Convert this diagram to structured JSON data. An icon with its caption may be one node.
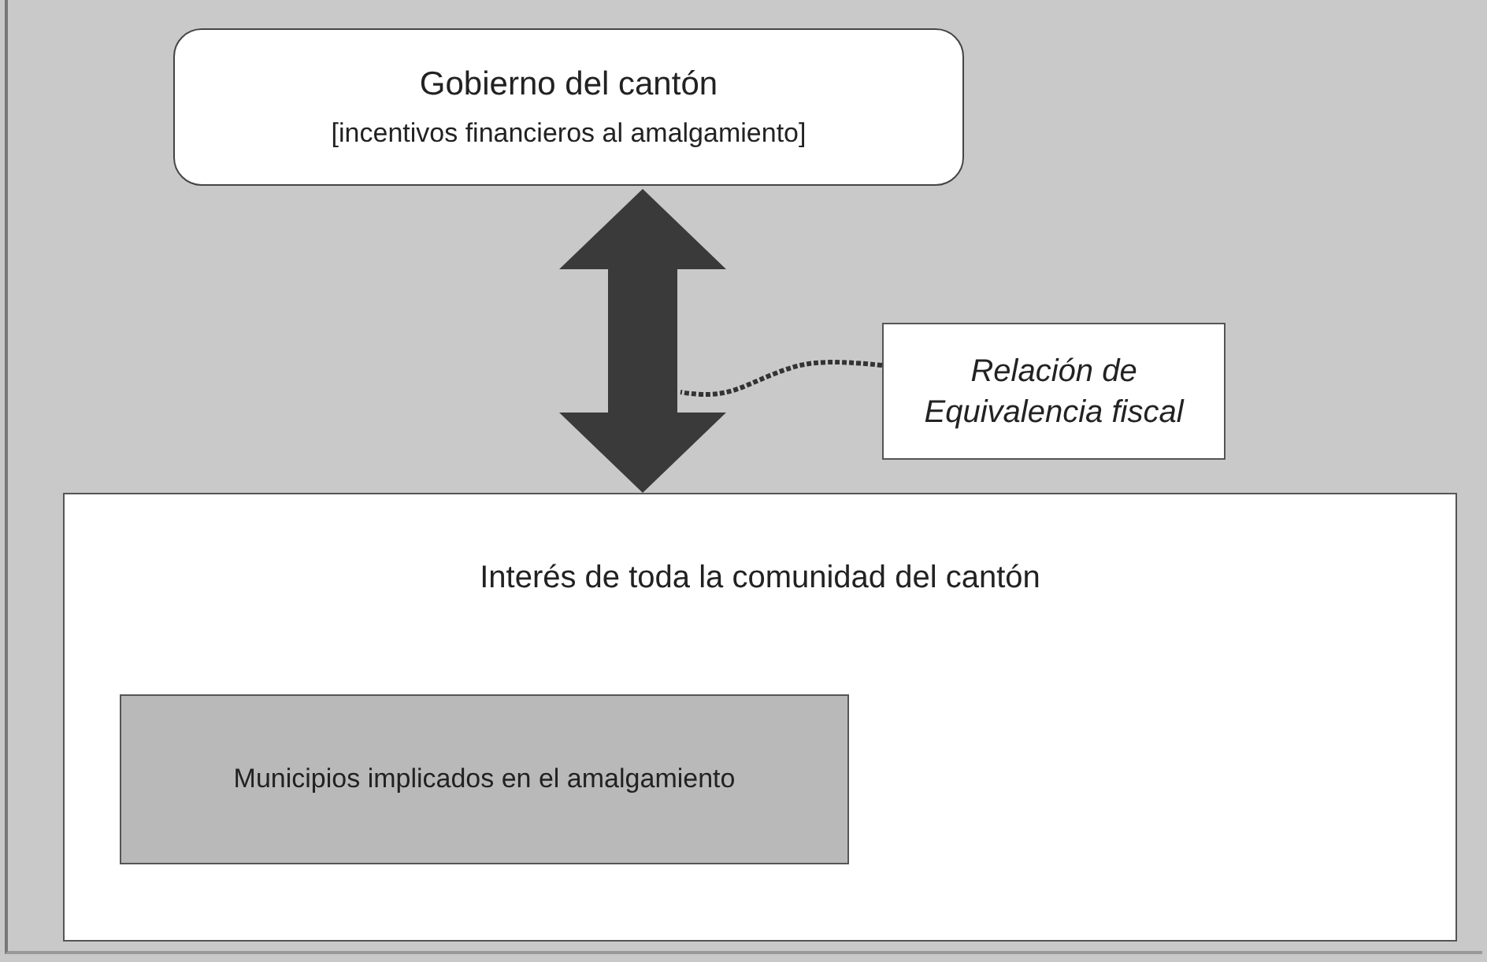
{
  "diagram": {
    "nodes": [
      {
        "text": [
          "Gobierno del cantón",
          "[incentivos financieros al amalgamiento]"
        ]
      },
      {
        "text": [
          "Relación de Equivalencia fiscal"
        ]
      },
      {
        "text": [
          "Interés de toda la comunidad del cantón"
        ]
      },
      {
        "text": [
          "Municipios implicados en el amalgamiento"
        ],
        "in": 2
      }
    ],
    "edges": [
      {
        "from": 0,
        "to": 2,
        "arrow": "both",
        "style": "thick",
        "color": "#3a3a3a"
      },
      {
        "from": 1,
        "to": null,
        "arrow": "none",
        "style": "dashed"
      }
    ]
  }
}
